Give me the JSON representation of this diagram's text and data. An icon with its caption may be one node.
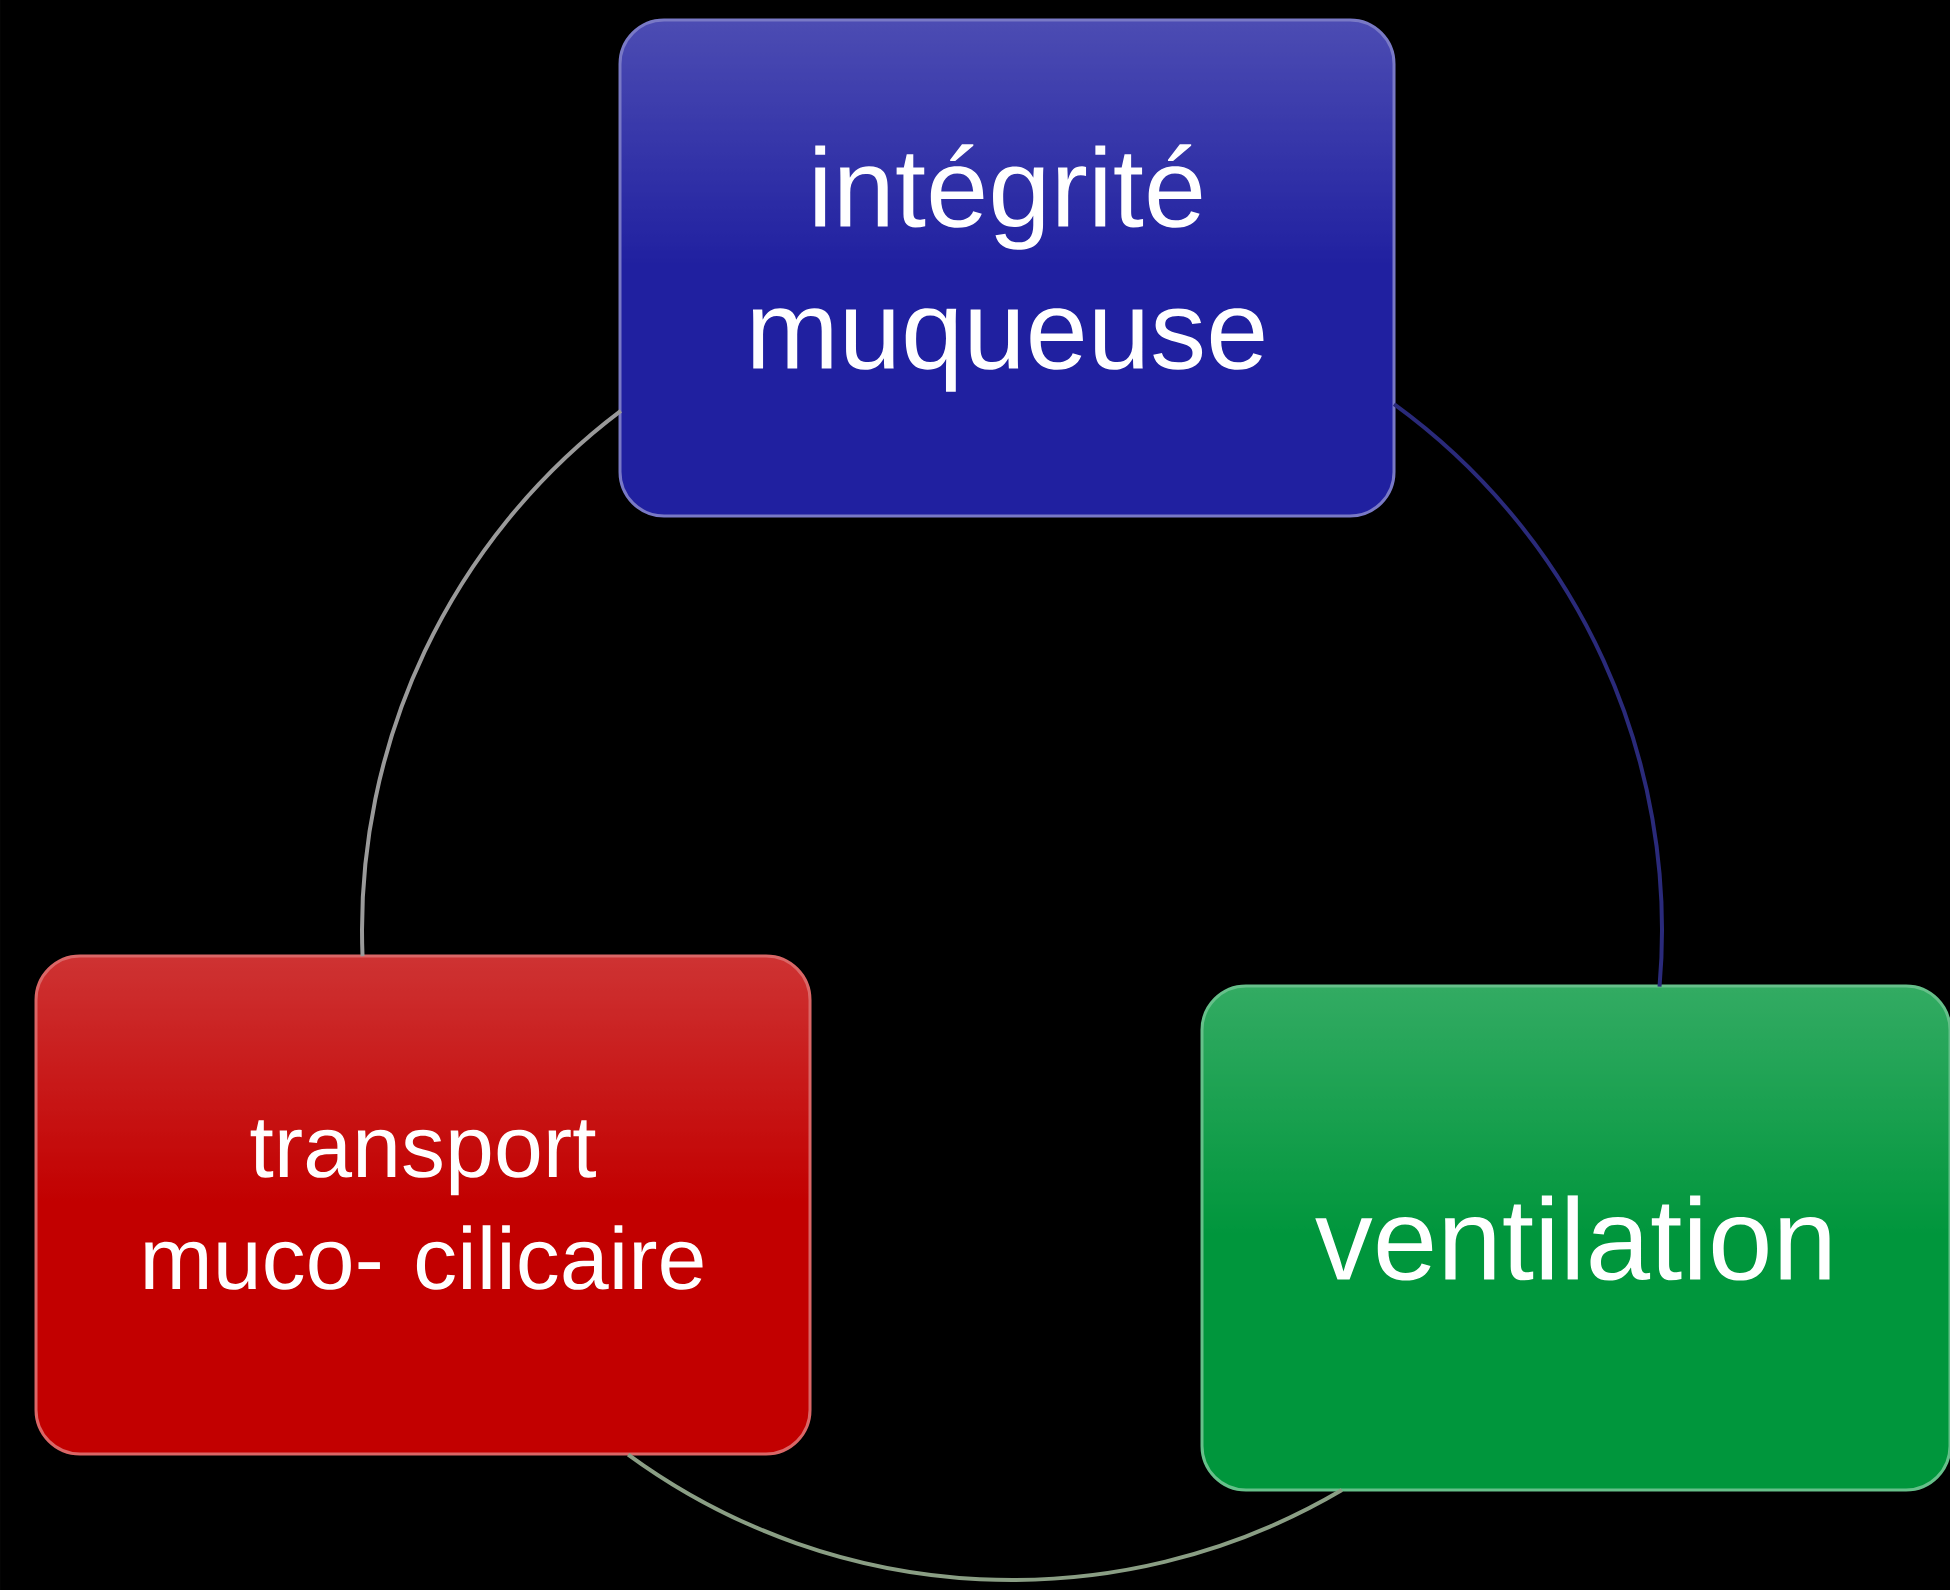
{
  "diagram": {
    "nodes": [
      {
        "text": [
          "intégrité muqueuse"
        ]
      },
      {
        "text": [
          "transport muco- cilicaire"
        ]
      },
      {
        "text": [
          "ventilation"
        ]
      }
    ],
    "edges": [
      {
        "from": 0,
        "to": 2,
        "arrow": "none",
        "color": "#2a2a7a"
      },
      {
        "from": 2,
        "to": 1,
        "arrow": "none",
        "color": "#8a9e84"
      },
      {
        "from": 1,
        "to": 0,
        "arrow": "none",
        "color": "#9a9a9a"
      }
    ]
  }
}
